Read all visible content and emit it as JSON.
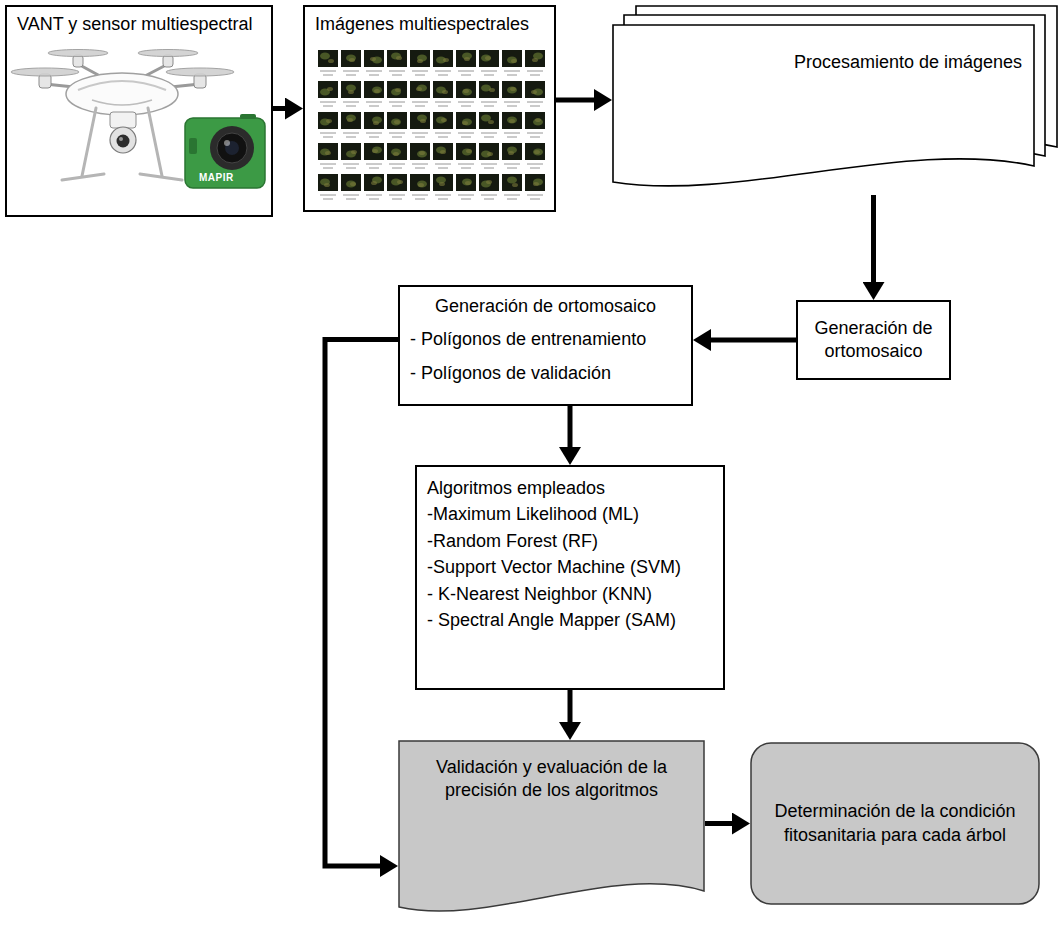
{
  "diagram": {
    "nodes": [
      {
        "text": [
          "VANT y sensor multiespectral"
        ]
      },
      {
        "text": [
          "Imágenes multiespectrales"
        ]
      },
      {
        "text": [
          "Procesamiento de imágenes"
        ]
      },
      {
        "text": [
          "Generación de ortomosaico"
        ]
      },
      {
        "text": [
          "Generación de ortomosaico",
          "- Polígonos de entrenamiento",
          "- Polígonos de validación"
        ]
      },
      {
        "text": [
          "Algoritmos empleados",
          "-Maximum Likelihood (ML)",
          "-Random Forest (RF)",
          "-Support Vector Machine (SVM)",
          "- K-Nearest Neighbor (KNN)",
          "- Spectral Angle Mapper (SAM)"
        ]
      },
      {
        "text": [
          "Validación y evaluación de la precisión de los algoritmos"
        ]
      },
      {
        "text": [
          "Determinación de la condición fitosanitaria para cada árbol"
        ]
      }
    ],
    "edges": [
      {
        "from": 0,
        "to": 1,
        "arrow": "to"
      },
      {
        "from": 1,
        "to": 2,
        "arrow": "to"
      },
      {
        "from": 2,
        "to": 3,
        "arrow": "to"
      },
      {
        "from": 3,
        "to": 4,
        "arrow": "to"
      },
      {
        "from": 4,
        "to": 5,
        "arrow": "to"
      },
      {
        "from": 5,
        "to": 6,
        "arrow": "to"
      },
      {
        "from": 4,
        "to": 6,
        "arrow": "to"
      },
      {
        "from": 6,
        "to": 7,
        "arrow": "to"
      }
    ],
    "labels": [
      "MAPIR"
    ]
  }
}
